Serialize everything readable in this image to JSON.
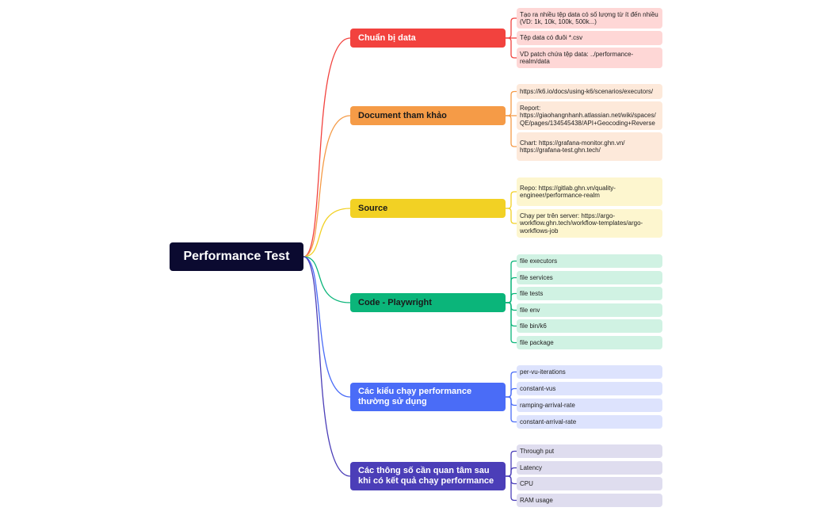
{
  "root": {
    "label": "Performance Test",
    "color": "#0b0a30"
  },
  "branches": [
    {
      "label": "Chuẩn bị data",
      "color": "#f2423e",
      "text_color": "#ffffff",
      "leaf_bg": "#fed7d6",
      "leaves": [
        "Tạo ra nhiều tệp data có số lượng từ ít đến nhiều (VD: 1k, 10k, 100k, 500k...)",
        "Tệp data có đuôi *.csv",
        "VD patch chứa tệp data: ../performance-realm/data"
      ]
    },
    {
      "label": "Document tham khảo",
      "color": "#f59b47",
      "text_color": "#1a1a1a",
      "leaf_bg": "#fde9da",
      "leaves": [
        "https://k6.io/docs/using-k6/scenarios/executors/",
        "Report: https://giaohangnhanh.atlassian.net/wiki/spaces/QE/pages/134545438/API+Geocoding+Reverse",
        "Chart: https://grafana-monitor.ghn.vn/ https://grafana-test.ghn.tech/"
      ]
    },
    {
      "label": "Source",
      "color": "#f2d124",
      "text_color": "#1a1a1a",
      "leaf_bg": "#fdf6cf",
      "leaves": [
        "Repo: https://gitlab.ghn.vn/quality-engineer/performance-realm",
        "Chạy per trên server: https://argo-workflow.ghn.tech/workflow-templates/argo-workflows-job"
      ]
    },
    {
      "label": "Code - Playwright",
      "color": "#0bb57a",
      "text_color": "#1a1a1a",
      "leaf_bg": "#d0f2e3",
      "leaves": [
        "file executors",
        "file services",
        "file tests",
        "file env",
        "file bin/k6",
        "file package"
      ]
    },
    {
      "label": "Các kiểu chạy performance thường sử dụng",
      "color": "#4a6cf7",
      "text_color": "#ffffff",
      "leaf_bg": "#dde3fd",
      "leaves": [
        "per-vu-iterations",
        "constant-vus",
        "ramping-arrival-rate",
        "constant-arrival-rate"
      ]
    },
    {
      "label": "Các thông số cần quan tâm sau khi có kết quả chạy performance",
      "color": "#4b3eb8",
      "text_color": "#ffffff",
      "leaf_bg": "#dfddef",
      "leaves": [
        "Through put",
        "Latency",
        "CPU",
        "RAM usage"
      ]
    }
  ]
}
